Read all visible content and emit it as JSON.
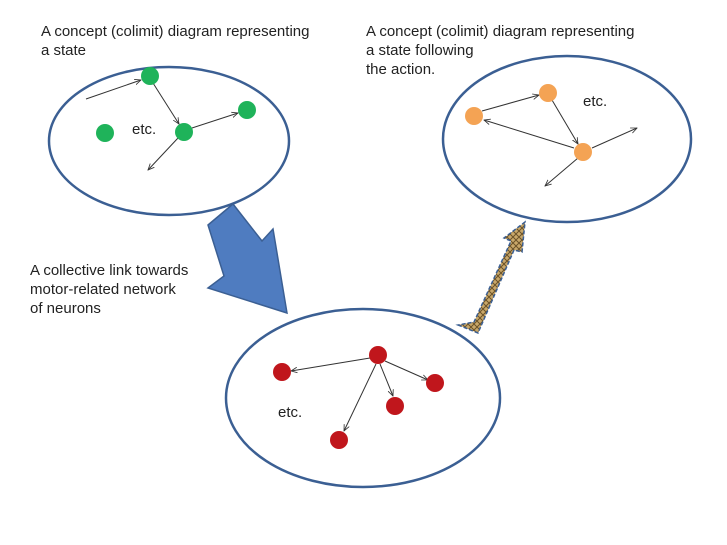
{
  "labels": {
    "state_caption": [
      "A concept (colimit) diagram representing",
      "a state"
    ],
    "following_caption": [
      "A concept (colimit) diagram representing",
      "a state following",
      "the action."
    ],
    "link_caption": [
      "A collective link towards",
      "motor-related network",
      "of neurons"
    ]
  },
  "etc_text": "etc.",
  "colors": {
    "ellipse_stroke": "#3b5f93",
    "state_nodes": "#1fb35a",
    "following_nodes": "#f4a354",
    "motor_nodes": "#c0161c",
    "big_arrow": "#4f7cc0",
    "hatched_arrow": "#c9a86a"
  }
}
